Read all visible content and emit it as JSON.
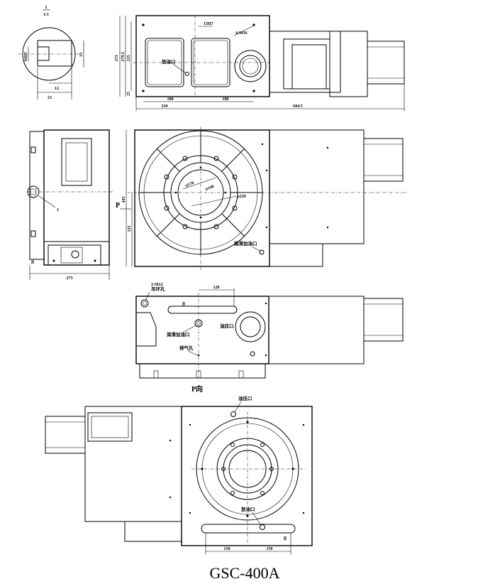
{
  "model": "GSC-400A",
  "detail": {
    "number": "1",
    "scale": "1:1",
    "dims": [
      "16H7",
      "33",
      "12",
      "23"
    ]
  },
  "top_view": {
    "dims": [
      "273",
      "278.5",
      "215",
      "15H7",
      "4-M16",
      "25",
      "180",
      "180",
      "210",
      "604.5"
    ],
    "labels": [
      "放油口"
    ]
  },
  "front_view": {
    "dims": [
      "φ170",
      "φ140",
      "φ250",
      "445",
      "335"
    ],
    "labels": [
      "P",
      "润滑加油口"
    ]
  },
  "side_view": {
    "dims": [
      "273",
      "36"
    ],
    "labels": [
      "1"
    ]
  },
  "p_view": {
    "dims": [
      "2-M12",
      "120",
      "30"
    ],
    "labels": [
      "吊环孔",
      "润滑加油口",
      "油压口",
      "排气孔",
      "P向"
    ]
  },
  "bottom_view": {
    "dims": [
      "150",
      "150",
      "30"
    ],
    "labels": [
      "油压口",
      "放油口"
    ]
  }
}
